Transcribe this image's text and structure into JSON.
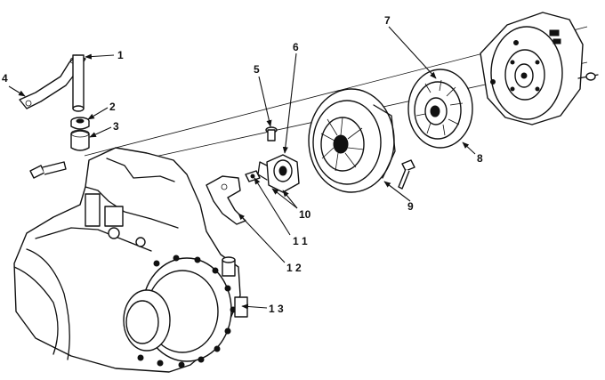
{
  "callouts": [
    {
      "id": "1",
      "text": "1"
    },
    {
      "id": "2",
      "text": "2"
    },
    {
      "id": "3",
      "text": "3"
    },
    {
      "id": "4",
      "text": "4"
    },
    {
      "id": "5",
      "text": "5"
    },
    {
      "id": "6",
      "text": "6"
    },
    {
      "id": "7",
      "text": "7"
    },
    {
      "id": "8",
      "text": "8"
    },
    {
      "id": "9",
      "text": "9"
    },
    {
      "id": "10",
      "text": "10"
    },
    {
      "id": "11",
      "text": "1 1"
    },
    {
      "id": "12",
      "text": "1 2"
    },
    {
      "id": "13",
      "text": "1 3"
    }
  ]
}
